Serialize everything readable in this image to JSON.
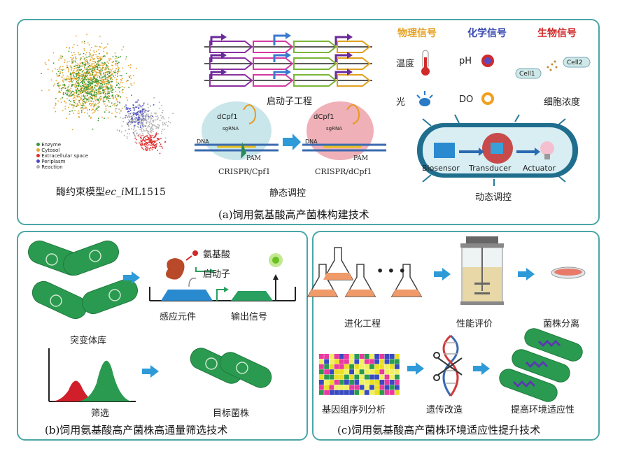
{
  "panel_a": {
    "caption": "(a)饲用氨基酸高产菌株构建技术",
    "enzyme_model": {
      "label_prefix": "酶约束模型",
      "label_ec": "ec_",
      "label_i": "i",
      "label_suffix": "ML1515",
      "legend": [
        "Enzyme",
        "Cytosol",
        "Extracellular space",
        "Periplasm",
        "Reaction"
      ],
      "colors": {
        "Enzyme": "#3a9a3a",
        "Cytosol": "#e6a630",
        "Extracellular space": "#e03030",
        "Periplasm": "#4a4ac8",
        "Reaction": "#b0b0b0"
      }
    },
    "promoter_label": "启动子工程",
    "crispr": {
      "dcpf1": "dCpf1",
      "sgrna": "sgRNA",
      "dna": "DNA",
      "pam": "PAM",
      "left_label": "CRISPR/Cpf1",
      "right_label": "CRISPR/dCpf1"
    },
    "static_label": "静态调控",
    "signals": {
      "physical": "物理信号",
      "chemical": "化学信号",
      "biological": "生物信号",
      "temperature": "温度",
      "ph": "pH",
      "light": "光",
      "do": "DO",
      "cell1": "Cell1",
      "cell2": "Cell2",
      "density": "细胞浓度"
    },
    "cell_parts": [
      "Biosensor",
      "Transducer",
      "Actuator"
    ],
    "dynamic_label": "动态调控"
  },
  "panel_b": {
    "caption": "(b)饲用氨基酸高产菌株高通量筛选技术",
    "library_label": "突变体库",
    "amino_acid": "氨基酸",
    "promoter": "启动子",
    "sensor_element": "感应元件",
    "output_signal": "输出信号",
    "screening": "筛选",
    "target_strain": "目标菌株"
  },
  "panel_c": {
    "caption": "(c)饲用氨基酸高产菌株环境适应性提升技术",
    "evolution": "进化工程",
    "performance": "性能评价",
    "isolation": "菌株分离",
    "genome": "基因组序列分析",
    "genetic": "遗传改造",
    "improve": "提高环境适应性",
    "dots": "• • •"
  }
}
